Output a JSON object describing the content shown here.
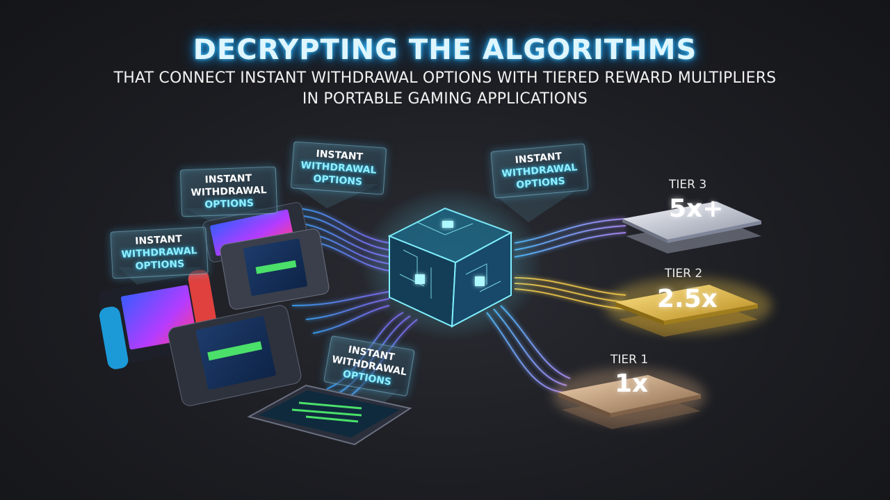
{
  "header": {
    "title": "DECRYPTING THE ALGORITHMS",
    "subtitle_line1": "THAT CONNECT INSTANT WITHDRAWAL OPTIONS WITH TIERED REWARD MULTIPLIERS",
    "subtitle_line2": "IN PORTABLE GAMING APPLICATIONS"
  },
  "labels": [
    {
      "line1": "INSTANT",
      "line2": "WITHDRAWAL",
      "line3": "OPTIONS"
    },
    {
      "line1": "INSTANT",
      "line2": "WITHDRAWAL",
      "line3": "OPTIONS"
    },
    {
      "line1": "INSTANT",
      "line2": "WITHDRAWAL",
      "line3": "OPTIONS"
    },
    {
      "line1": "INSTANT",
      "line2": "WITHDRAWAL",
      "line3": "OPTIONS"
    },
    {
      "line1": "INSTANT",
      "line2": "WITHDRAWAL",
      "line3": "OPTIONS"
    }
  ],
  "tiers": [
    {
      "label": "TIER 3",
      "value": "5x+",
      "color": "#d9dde6"
    },
    {
      "label": "TIER 2",
      "value": "2.5x",
      "color": "#f2c94c"
    },
    {
      "label": "TIER 1",
      "value": "1x",
      "color": "#c9a27a"
    }
  ],
  "colors": {
    "accent": "#3fc3ff",
    "stream_blue": "#3aa8ff",
    "stream_purple": "#8a6bff",
    "gold": "#f2c94c"
  },
  "icons": [
    "handheld-console-icon",
    "tablet-icon",
    "data-cube-icon"
  ]
}
